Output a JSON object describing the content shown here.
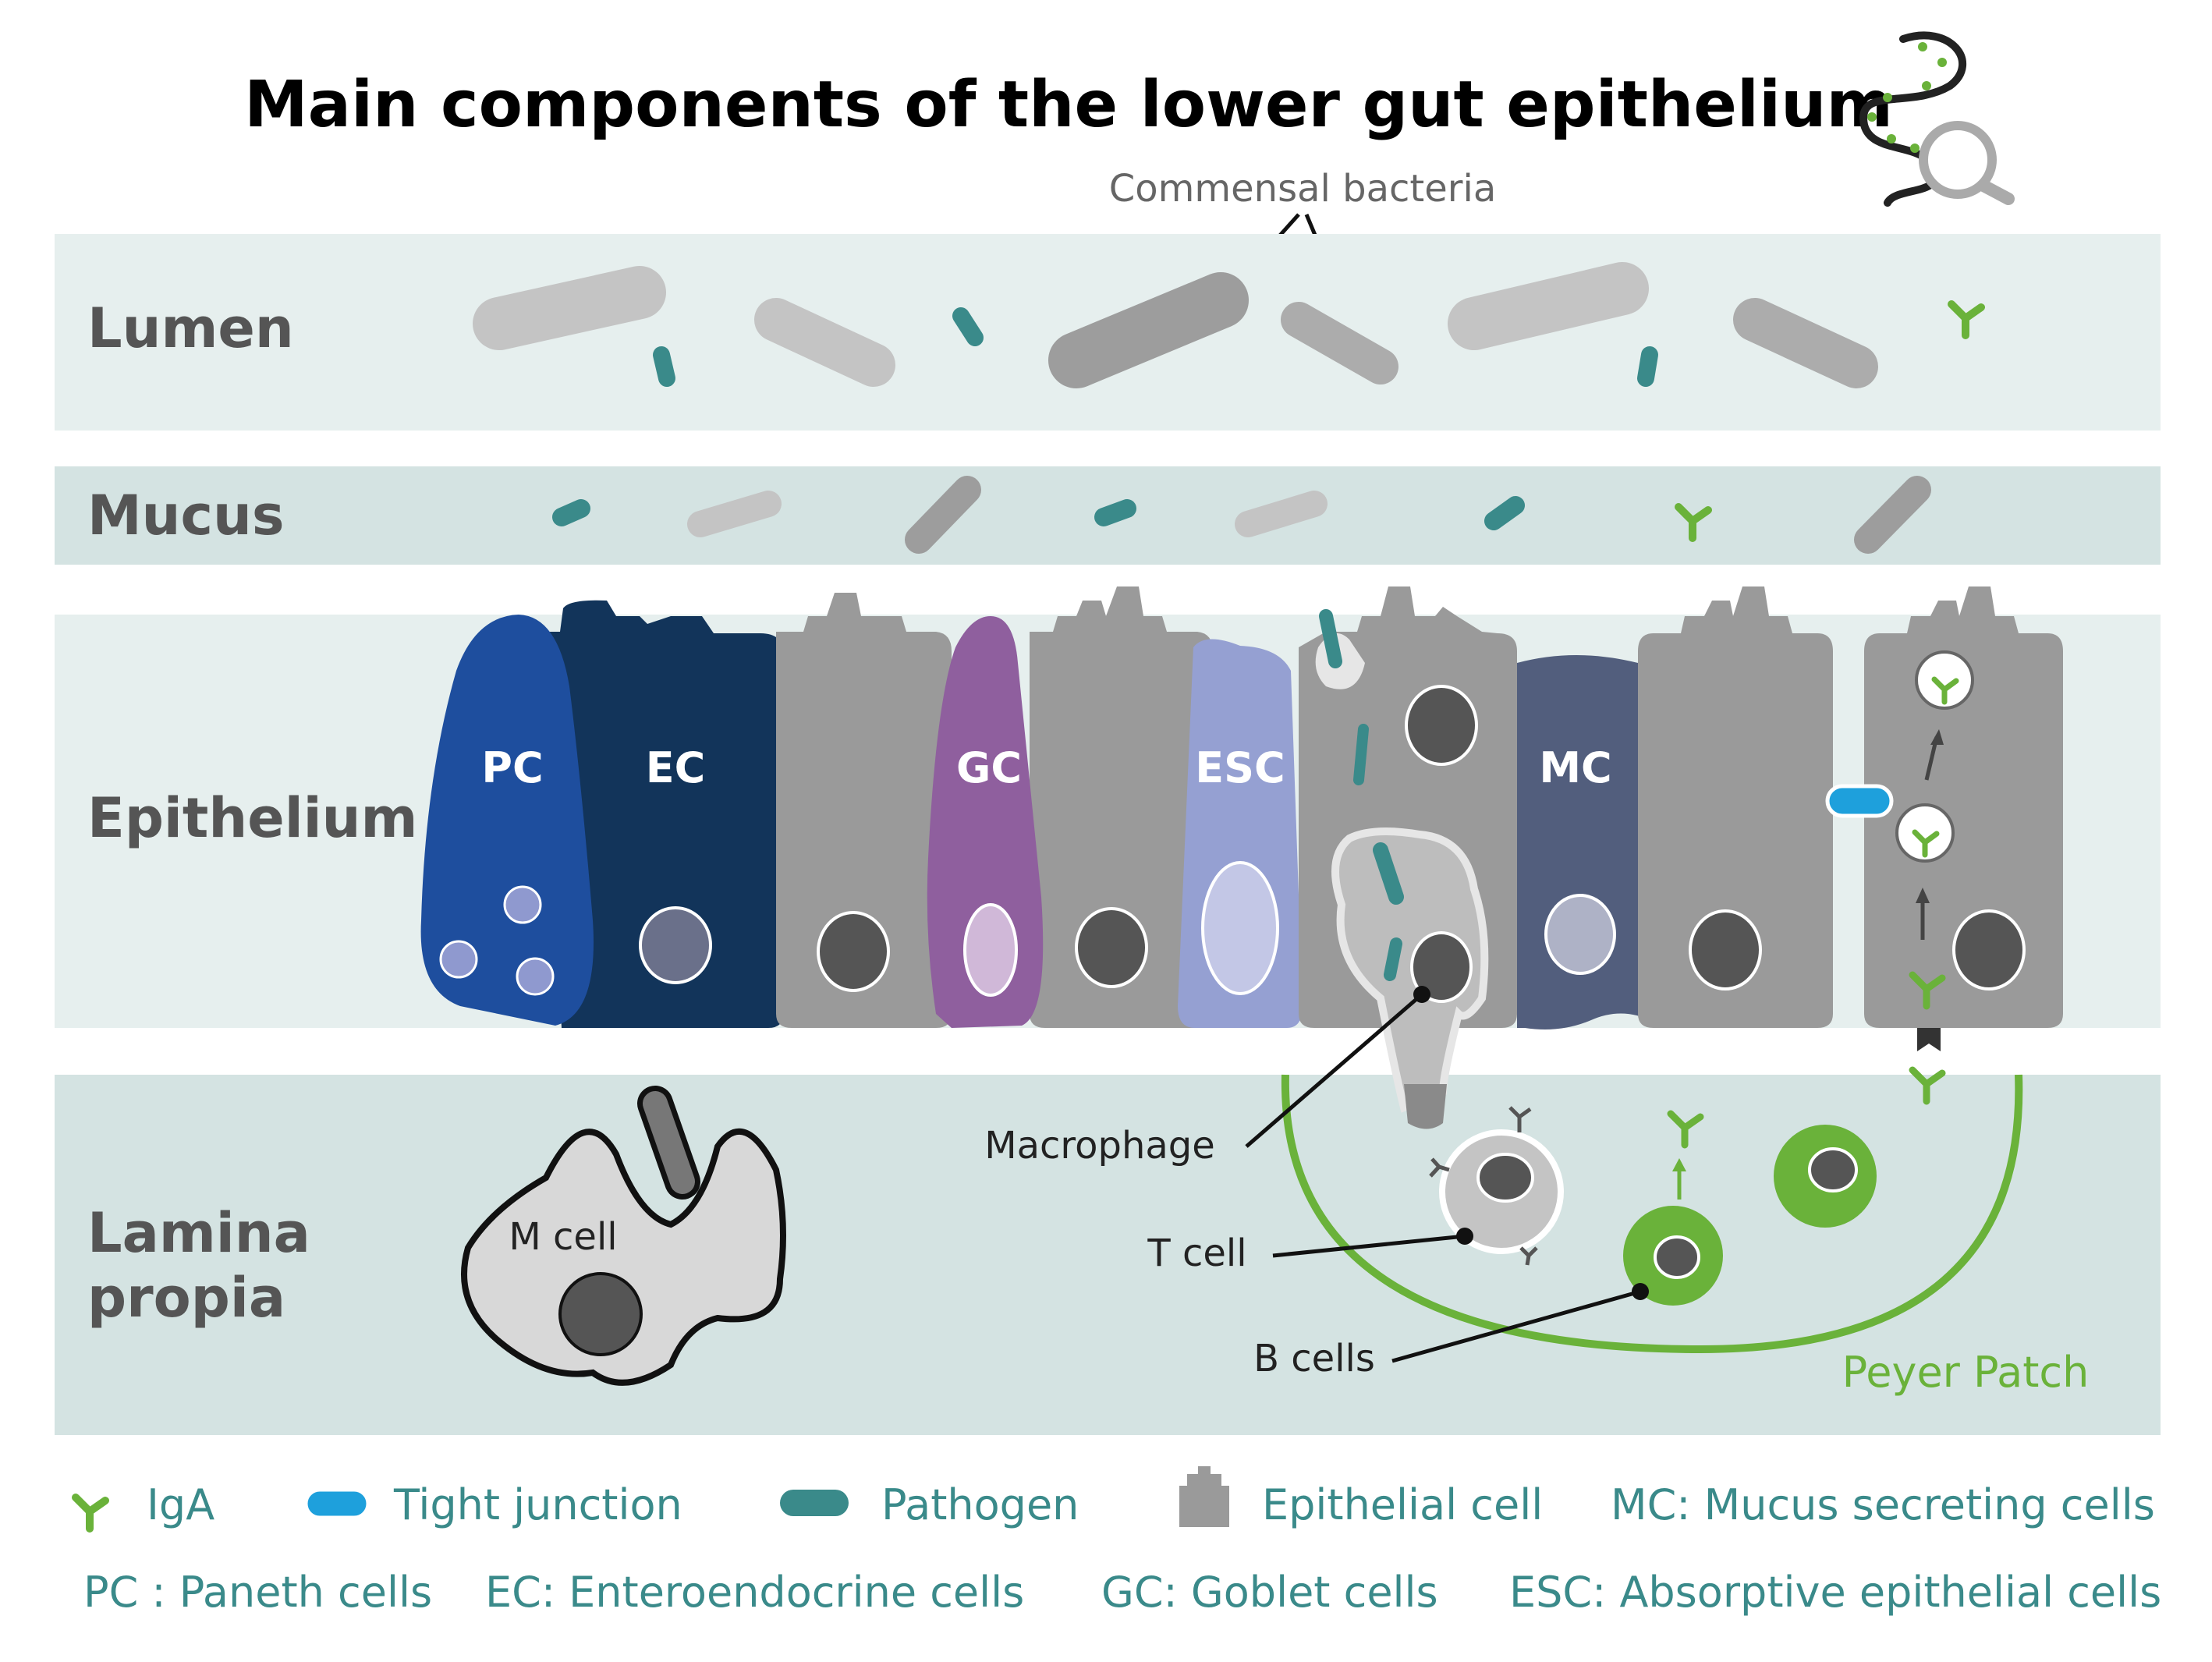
{
  "title": "Main components of the lower gut epithelium",
  "icons": [
    "gut-magnifier-icon"
  ],
  "colors": {
    "lumen_bg": "#e6efee",
    "mucus_bg": "#d4e3e2",
    "epithelium_bg": "#e6efee",
    "lamina_bg": "#d4e3e2",
    "paneth": "#1e4e9e",
    "enteroendocrine": "#12345a",
    "goblet": "#8f5f9e",
    "absorptive": "#95a0d2",
    "mucus_secreting": "#525e7d",
    "epithelial": "#9a9a9a",
    "pathogen": "#3a8a8a",
    "iga": "#6ab23a",
    "tight_junction": "#1ea0dc",
    "legend_text": "#3a8a8a"
  },
  "bands": {
    "lumen": "Lumen",
    "mucus": "Mucus",
    "epithelium": "Epithelium",
    "lamina_line1": "Lamina",
    "lamina_line2": "propia"
  },
  "annotations": {
    "commensal": "Commensal bacteria",
    "macrophage": "Macrophage",
    "tcell": "T cell",
    "bcells": "B cells",
    "mcell": "M cell",
    "peyer": "Peyer Patch"
  },
  "cells": {
    "pc": "PC",
    "ec": "EC",
    "gc": "GC",
    "esc": "ESC",
    "mc": "MC"
  },
  "legend": {
    "iga": "IgA",
    "tight": "Tight junction",
    "pathogen": "Pathogen",
    "epithelial": "Epithelial cell",
    "mc": "MC: Mucus secreting cells",
    "pc": "PC : Paneth cells",
    "ec": "EC: Enteroendocrine cells",
    "gc": "GC: Goblet cells",
    "esc": "ESC: Absorptive epithelial cells"
  }
}
